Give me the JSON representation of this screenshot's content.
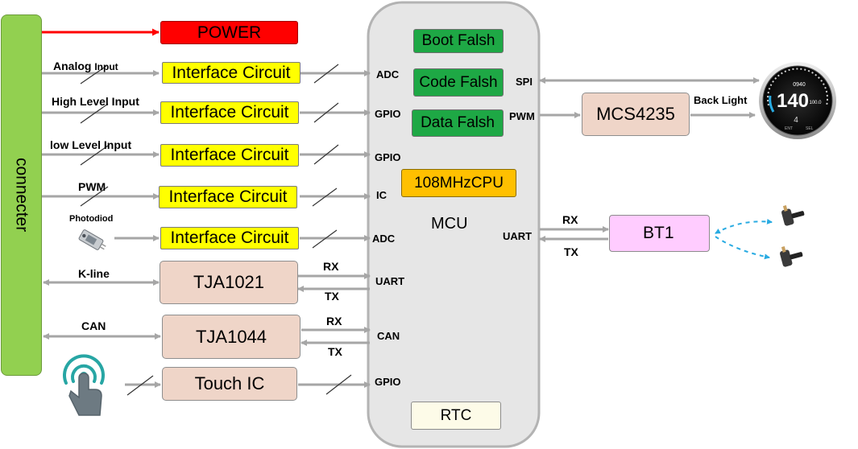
{
  "connector": {
    "label": "connecter",
    "color": "#92d050"
  },
  "power": {
    "label": "POWER",
    "color": "#ff0000"
  },
  "inputs": [
    {
      "label": "Analog",
      "label_small": "Input",
      "block": "Interface Circuit",
      "pin": "ADC"
    },
    {
      "label": "High Level Input",
      "block": "Interface Circuit",
      "pin": "GPIO"
    },
    {
      "label": "low Level Input",
      "block": "Interface Circuit",
      "pin": "GPIO"
    },
    {
      "label": "PWM",
      "block": "Interface Circuit",
      "pin": "IC"
    },
    {
      "label": "Photodiod",
      "block": "Interface Circuit",
      "pin": "ADC"
    }
  ],
  "kline": {
    "label": "K-line",
    "block": "TJA1021",
    "rx": "RX",
    "tx": "TX",
    "pin": "UART"
  },
  "can": {
    "label": "CAN",
    "block": "TJA1044",
    "rx": "RX",
    "tx": "TX",
    "pin": "CAN"
  },
  "touch": {
    "block": "Touch IC",
    "pin": "GPIO"
  },
  "mcu": {
    "label": "MCU",
    "memories": [
      "Boot Falsh",
      "Code Falsh",
      "Data Falsh"
    ],
    "cpu": "108MHzCPU",
    "rtc": "RTC",
    "right_pins": {
      "spi": "SPI",
      "pwm": "PWM",
      "uart": "UART"
    }
  },
  "backlight": {
    "block": "MCS4235",
    "label": "Back Light"
  },
  "bluetooth": {
    "block": "BT1",
    "rx": "RX",
    "tx": "TX"
  },
  "display": {
    "speed": "140",
    "small_top": "0940",
    "small_mid": "100.0",
    "gear": "4",
    "btn_left": "ENT",
    "btn_right": "SEL"
  },
  "colors": {
    "interface": "#ffff00",
    "transceiver": "#efd5c8",
    "memory": "#1ea845",
    "cpu": "#ffc000",
    "rtc": "#fdfbe8",
    "bt": "#ffccff",
    "mcu_fill": "#e6e6e6",
    "arrow": "#a6a6a6",
    "wireless": "#29abe2"
  },
  "icons": [
    "touch-finger-icon",
    "photodiode-icon",
    "bluetooth-icon",
    "tire-sensor-icon",
    "dashboard-display"
  ]
}
